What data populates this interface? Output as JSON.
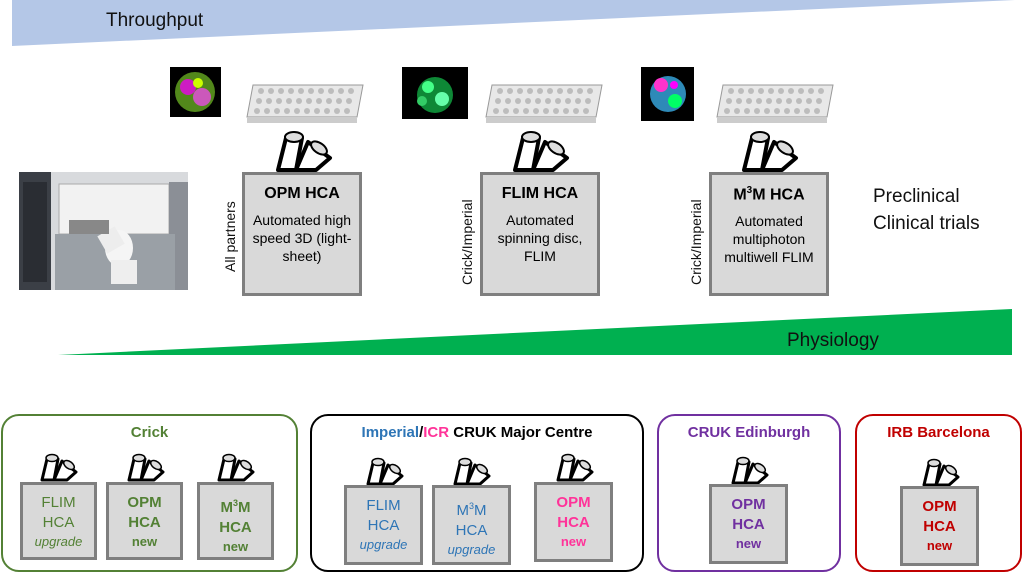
{
  "throughput_label": "Throughput",
  "physiology_label": "Physiology",
  "preclinical": {
    "line1": "Preclinical",
    "line2": "Clinical trials"
  },
  "colors": {
    "throughput": "#b4c7e7",
    "physiology": "#00b050",
    "crick": "#538135",
    "imperial": "#2e75b6",
    "icr": "#ff3399",
    "edinburgh": "#7030a0",
    "irb": "#c00000"
  },
  "instruments": [
    {
      "side": "All partners",
      "title": "OPM HCA",
      "desc": "Automated high speed 3D (light-sheet)"
    },
    {
      "side": "Crick/Imperial",
      "title": "FLIM HCA",
      "desc": "Automated spinning disc, FLIM"
    },
    {
      "side": "Crick/Imperial",
      "title_pre": "M",
      "title_sup": "3",
      "title_post": "M HCA",
      "desc": "Automated multiphoton multiwell FLIM"
    }
  ],
  "groups": {
    "crick": {
      "title": "Crick",
      "boxes": [
        {
          "l1": "FLIM",
          "l2": "HCA",
          "l3": "upgrade"
        },
        {
          "l1": "OPM",
          "l2": "HCA",
          "l3": "new"
        },
        {
          "l1_pre": "M",
          "l1_sup": "3",
          "l1_post": "M",
          "l2": "HCA",
          "l3": "new"
        }
      ]
    },
    "imperial": {
      "title_a": "Imperial",
      "title_sep": "/",
      "title_b": "ICR",
      "title_c": " CRUK Major Centre",
      "boxes": [
        {
          "l1": "FLIM",
          "l2": "HCA",
          "l3": "upgrade"
        },
        {
          "l1_pre": "M",
          "l1_sup": "3",
          "l1_post": "M",
          "l2": "HCA",
          "l3": "upgrade"
        },
        {
          "l1": "OPM",
          "l2": "HCA",
          "l3": "new"
        }
      ]
    },
    "edinburgh": {
      "title": "CRUK Edinburgh",
      "box": {
        "l1": "OPM",
        "l2": "HCA",
        "l3": "new"
      }
    },
    "irb": {
      "title": "IRB Barcelona",
      "box": {
        "l1": "OPM",
        "l2": "HCA",
        "l3": "new"
      }
    }
  }
}
